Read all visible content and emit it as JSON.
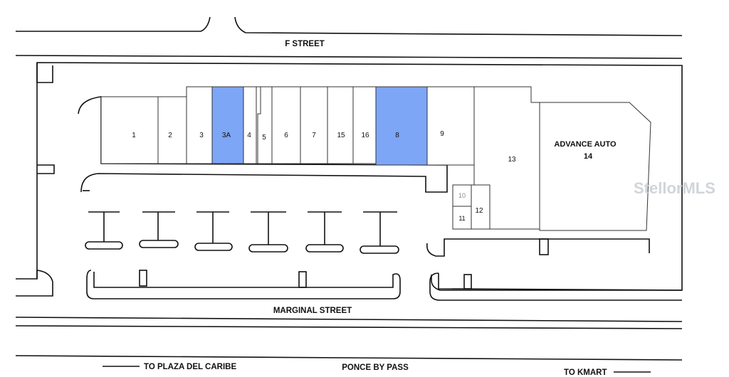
{
  "roads": {
    "top": "F STREET",
    "marginal": "MARGINAL STREET",
    "bottom": "PONCE BY PASS"
  },
  "directions": {
    "left": "TO PLAZA DEL CARIBE",
    "right": "TO KMART"
  },
  "units": [
    {
      "id": "1",
      "label": "1",
      "highlighted": false
    },
    {
      "id": "2",
      "label": "2",
      "highlighted": false
    },
    {
      "id": "3",
      "label": "3",
      "highlighted": false
    },
    {
      "id": "3a",
      "label": "3A",
      "highlighted": true
    },
    {
      "id": "4",
      "label": "4",
      "highlighted": false
    },
    {
      "id": "5",
      "label": "5",
      "highlighted": false
    },
    {
      "id": "6",
      "label": "6",
      "highlighted": false
    },
    {
      "id": "7",
      "label": "7",
      "highlighted": false
    },
    {
      "id": "15",
      "label": "15",
      "highlighted": false
    },
    {
      "id": "16",
      "label": "16",
      "highlighted": false
    },
    {
      "id": "8",
      "label": "8",
      "highlighted": true
    },
    {
      "id": "9",
      "label": "9",
      "highlighted": false
    },
    {
      "id": "10",
      "label": "10",
      "highlighted": false
    },
    {
      "id": "11",
      "label": "11",
      "highlighted": false
    },
    {
      "id": "12",
      "label": "12",
      "highlighted": false
    },
    {
      "id": "13",
      "label": "13",
      "highlighted": false
    }
  ],
  "anchor": {
    "name": "ADVANCE AUTO",
    "number": "14"
  },
  "highlight_color": "#7ea6f7",
  "watermark": "StellorMLS"
}
